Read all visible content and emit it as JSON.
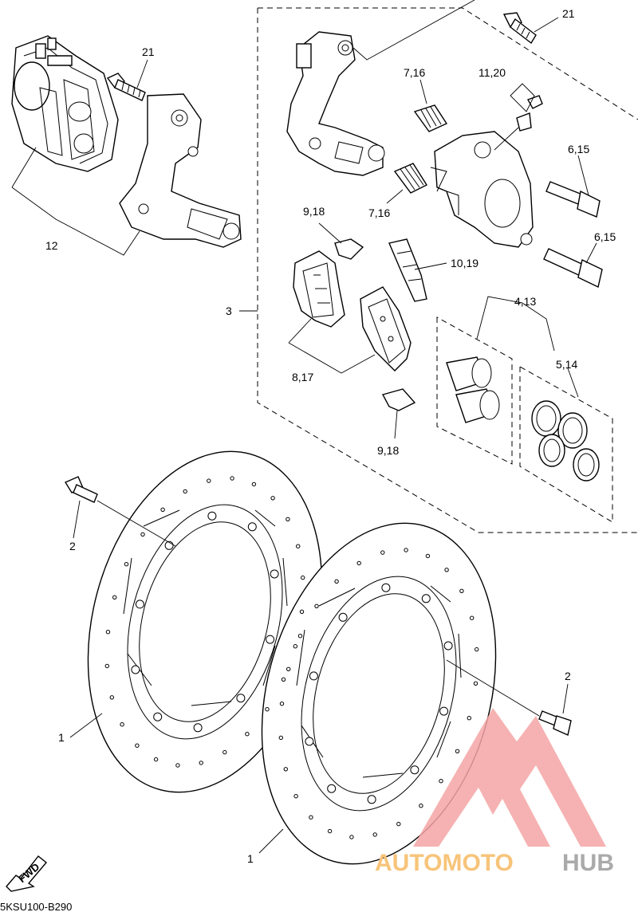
{
  "diagram_code": "5KSU100-B290",
  "fwd_label": "FWD",
  "watermark": {
    "text_a": "AUTOMOTO",
    "text_b": "HUB",
    "color_a": "#f7c47a",
    "color_b": "#aaaaaa",
    "logo_color": "#f08080"
  },
  "callouts": {
    "c21_top": "21",
    "c21_left": "21",
    "c7_16_a": "7,16",
    "c7_16_b": "7,16",
    "c11_20": "11,20",
    "c6_15_a": "6,15",
    "c6_15_b": "6,15",
    "c9_18_a": "9,18",
    "c9_18_b": "9,18",
    "c10_19": "10,19",
    "c4_13": "4,13",
    "c5_14": "5,14",
    "c8_17": "8,17",
    "c12": "12",
    "c3": "3",
    "c2_left": "2",
    "c2_right": "2",
    "c1_left": "1",
    "c1_right": "1"
  }
}
